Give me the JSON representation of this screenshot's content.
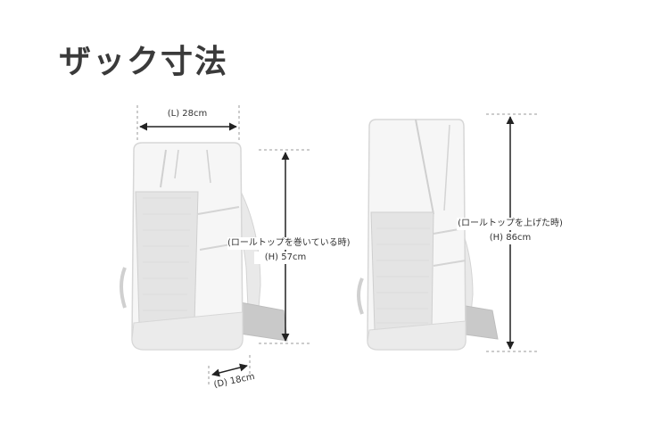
{
  "title": "ザック寸法",
  "left_pack": {
    "width_label": "(L) 28cm",
    "height_note": "(ロールトップを巻いている時)",
    "height_label": "(H) 57cm",
    "depth_label": "(D) 18cm"
  },
  "right_pack": {
    "height_note": "(ロールトップを上げた時)",
    "height_label": "(H) 86cm"
  },
  "colors": {
    "title": "#3a3a3a",
    "arrow": "#222222",
    "guide": "#9a9a9a",
    "pack_outline": "#d7d7d7",
    "pack_fill": "#f6f6f6",
    "pack_dark": "#cccccc"
  }
}
